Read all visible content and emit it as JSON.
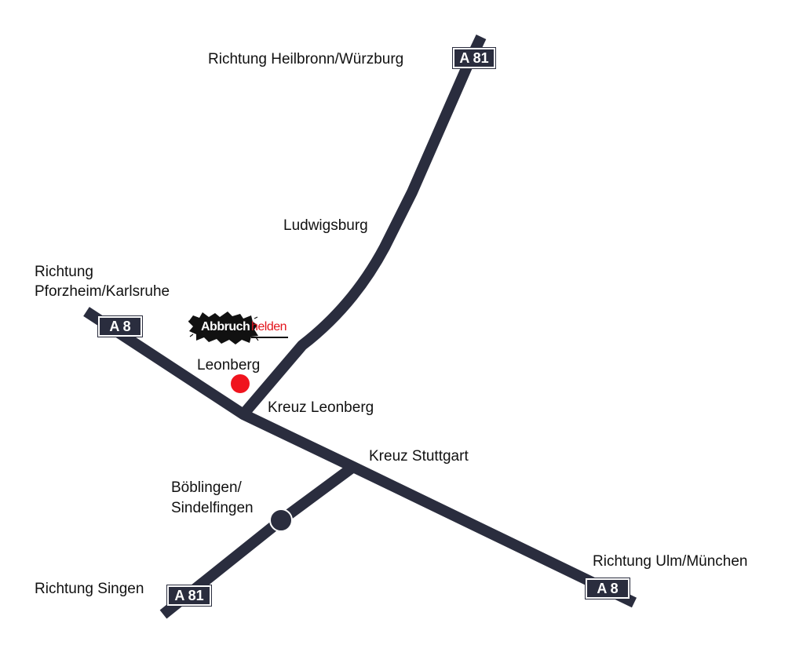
{
  "map": {
    "road_color": "#2a2d3e",
    "marker_color": "#f0141e",
    "labels": {
      "heilbronn": "Richtung Heilbronn/Würzburg",
      "ludwigsburg": "Ludwigsburg",
      "pforzheim_line1": "Richtung",
      "pforzheim_line2": "Pforzheim/Karlsruhe",
      "leonberg": "Leonberg",
      "kreuz_leonberg": "Kreuz Leonberg",
      "kreuz_stuttgart": "Kreuz Stuttgart",
      "boeblingen_line1": "Böblingen/",
      "boeblingen_line2": "Sindelfingen",
      "singen": "Richtung Singen",
      "ulm": "Richtung Ulm/München"
    },
    "shields": {
      "a81_north": "A 81",
      "a8_west": "A 8",
      "a81_south": "A 81",
      "a8_east": "A 8"
    },
    "logo": {
      "word1": "Abbruch",
      "word2": "helden"
    }
  }
}
